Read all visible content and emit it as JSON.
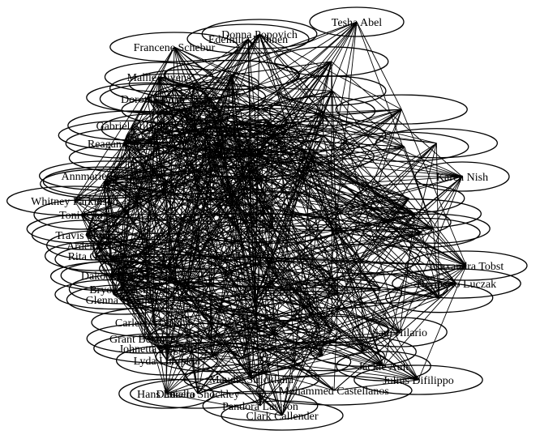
{
  "graph": {
    "type": "undirected-network",
    "colors": {
      "background": "#ffffff",
      "stroke": "#000000",
      "text": "#000000"
    },
    "nodes": [
      "Tesha Abel",
      "Donna Popovich",
      "Edelmira Bohnen",
      "Francene Schebur",
      "Mallie Bivens",
      "Dorotha Linde",
      "Gabriel Stilwell",
      "Reagan Lanzilo",
      "Annmarie Borgeson",
      "Whitney Parkinson",
      "Toni Kim",
      "Travis Stubin",
      "Ardella Koch",
      "Rita Gossett",
      "Dakota Brandon",
      "Bryon Lansing",
      "Glenna Wagner",
      "Carleen Gaskins",
      "Grant Belanger",
      "Johnetta Wiggins",
      "Lyda Lumpkin",
      "Maudie Strickland",
      "Hans Lucero",
      "Daniella Shockley",
      "Pandora Lawson",
      "Clark Callender",
      "Julius Difilippo",
      "Mohammed Castellanos",
      "Alexandra Tobst",
      "Heriberto Luczak",
      "Karen Nish",
      "Sam Hilario",
      "Jackie Ault"
    ]
  }
}
